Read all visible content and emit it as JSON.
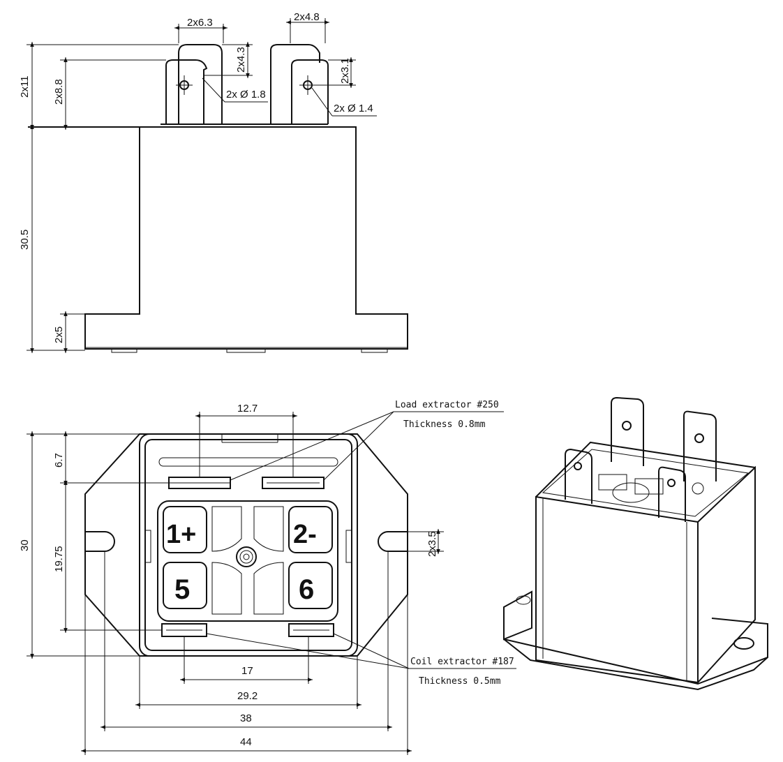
{
  "side_view": {
    "dims": {
      "tab_width_large": "2x6.3",
      "tab_width_small": "2x4.8",
      "hole_offset_large": "2x4.3",
      "hole_offset_small": "2x3.1",
      "hole_dia_large": "2x Ø 1.8",
      "hole_dia_small": "2x Ø 1.4",
      "tab_height_total": "2x11",
      "tab_height_inner": "2x8.8",
      "body_height": "30.5",
      "flange_height": "2x5"
    }
  },
  "bottom_view": {
    "dims": {
      "load_pitch": "12.7",
      "top_offset": "6.7",
      "total_depth": "30",
      "extractor_pitch_v": "19.75",
      "slot_width": "2x3.5",
      "coil_pitch": "17",
      "body_width": "29.2",
      "mount_pitch": "38",
      "overall_width": "44"
    },
    "terminals": [
      "1+",
      "2-",
      "5",
      "6"
    ],
    "load_note": {
      "line1": "Load extractor #250",
      "line2": "Thickness 0.8mm"
    },
    "coil_note": {
      "line1": "Coil extractor #187",
      "line2": "Thickness 0.5mm"
    }
  }
}
